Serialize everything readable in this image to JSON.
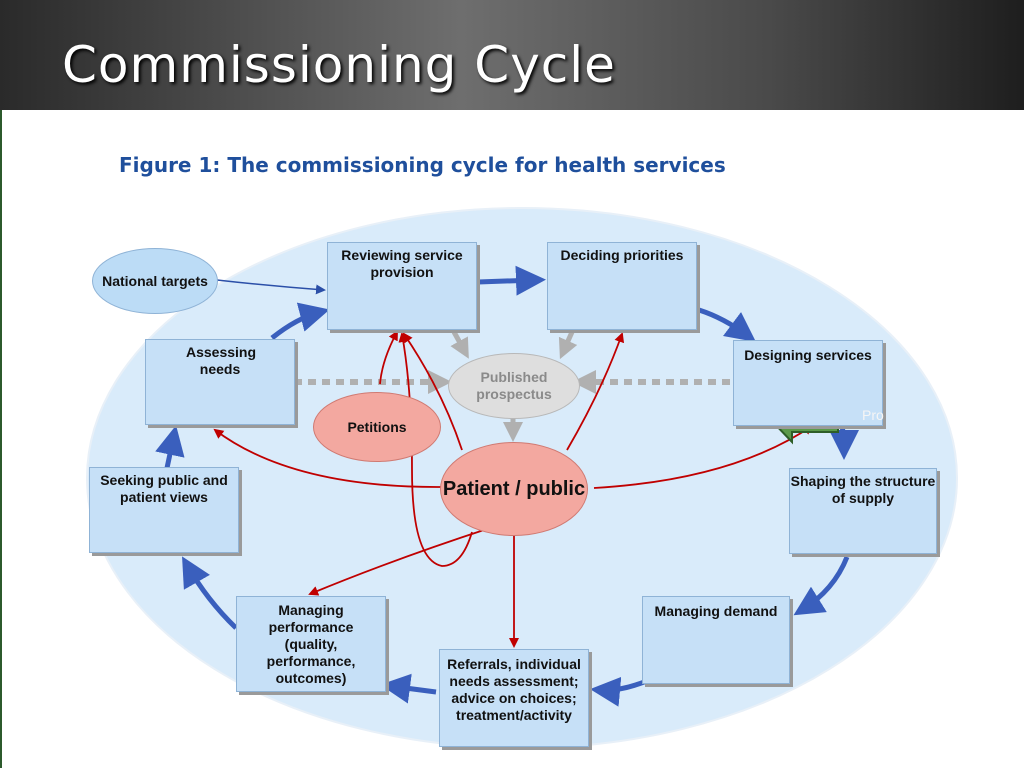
{
  "slide": {
    "title": "Commissioning Cycle"
  },
  "figure": {
    "caption": "Figure 1: The commissioning cycle for health services",
    "overlay_text": "Pro",
    "colors": {
      "caption": "#1f4f9c",
      "box": "#c6e0f7",
      "patient": "#f3a8a0",
      "cycle_arrow": "#3a5fbd",
      "red_arrow": "#c00000"
    },
    "boxes": {
      "reviewing": "Reviewing service provision",
      "deciding": "Deciding priorities",
      "designing": "Designing services",
      "shaping": "Shaping the structure of supply",
      "managing_demand": "Managing demand",
      "referrals": "Referrals, individual needs assessment; advice on choices; treatment/activity",
      "managing_performance": "Managing performance (quality, performance, outcomes)",
      "seeking_views": "Seeking public and patient views",
      "assessing": "Assessing needs"
    },
    "ellipses": {
      "national_targets": "National targets",
      "published_prospectus": "Published prospectus",
      "petitions": "Petitions",
      "patient_public": "Patient / public"
    }
  }
}
